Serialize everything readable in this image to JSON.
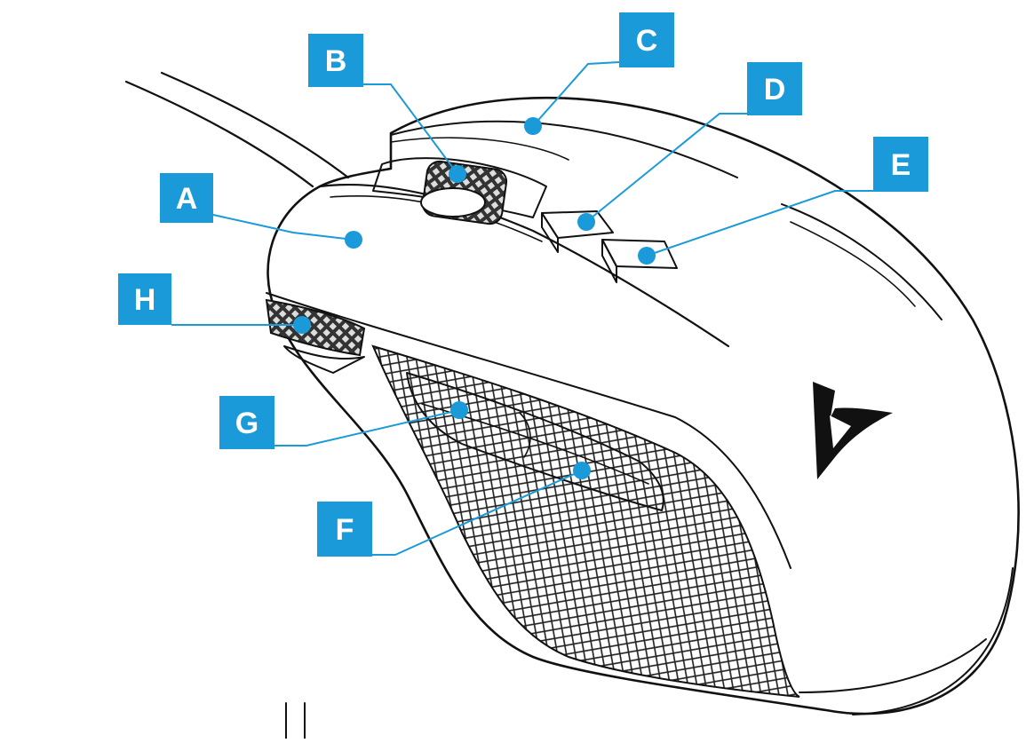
{
  "diagram": {
    "callouts": [
      {
        "id": "A",
        "label": "A"
      },
      {
        "id": "B",
        "label": "B"
      },
      {
        "id": "C",
        "label": "C"
      },
      {
        "id": "D",
        "label": "D"
      },
      {
        "id": "E",
        "label": "E"
      },
      {
        "id": "F",
        "label": "F"
      },
      {
        "id": "G",
        "label": "G"
      },
      {
        "id": "H",
        "label": "H"
      }
    ],
    "colors": {
      "callout_fill": "#1a9ad8",
      "callout_text": "#ffffff",
      "leader": "#1a9ad8",
      "ink": "#111111"
    },
    "logo_icon": "stylized-s-logo-icon"
  }
}
